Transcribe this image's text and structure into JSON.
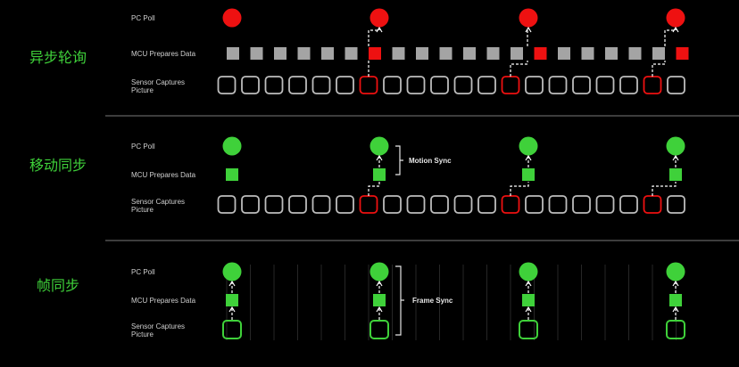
{
  "colors": {
    "red": "#ee1111",
    "green": "#3fd13a",
    "gray": "#a4a4a4",
    "frame": "#bdbdbd",
    "divider": "#7a7a7a",
    "background": "#000000"
  },
  "row_labels": {
    "poll": "PC Poll",
    "mcu": "MCU Prepares Data",
    "sensor_line1": "Sensor Captures",
    "sensor_line2": "Picture"
  },
  "sections": [
    {
      "id": "async",
      "title": "异步轮询",
      "mode": "async",
      "sync_label": ""
    },
    {
      "id": "motion",
      "title": "移动同步",
      "mode": "motion",
      "sync_label": "Motion Sync"
    },
    {
      "id": "frame",
      "title": "帧同步",
      "mode": "frame",
      "sync_label": "Frame Sync"
    }
  ],
  "poll_columns": [
    0,
    6,
    12,
    19
  ],
  "sensor_frame_count": 20,
  "highlighted_frames": [
    6,
    12,
    18
  ]
}
